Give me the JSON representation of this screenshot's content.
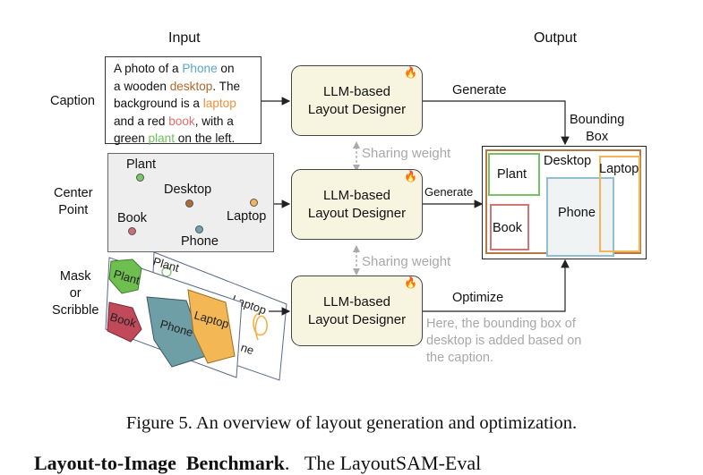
{
  "headers": {
    "input": "Input",
    "output": "Output"
  },
  "row_labels": {
    "caption": "Caption",
    "center_point": [
      "Center",
      "Point"
    ],
    "mask": [
      "Mask",
      "or",
      "Scribble"
    ]
  },
  "caption_text": {
    "segments": [
      {
        "t": "A photo of a "
      },
      {
        "t": "Phone",
        "c": "#5aa6c9"
      },
      {
        "t": " on"
      },
      {
        "br": true
      },
      {
        "t": "a wooden "
      },
      {
        "t": "desktop",
        "c": "#b0682a"
      },
      {
        "t": ". The"
      },
      {
        "br": true
      },
      {
        "t": "background is a "
      },
      {
        "t": "laptop",
        "c": "#f0903a"
      },
      {
        "br": true
      },
      {
        "t": "and a red "
      },
      {
        "t": "book",
        "c": "#e0706c"
      },
      {
        "t": ", with a"
      },
      {
        "br": true
      },
      {
        "t": "green "
      },
      {
        "t": "plant",
        "c": "#6fbf59"
      },
      {
        "t": " on the left."
      }
    ]
  },
  "center_points": {
    "plant": "Plant",
    "desktop": "Desktop",
    "laptop": "Laptop",
    "book": "Book",
    "phone": "Phone",
    "colors": {
      "plant": "#7cc56a",
      "desktop": "#b06a38",
      "laptop": "#f3b45c",
      "book": "#d06b78",
      "phone": "#6fa4ad"
    }
  },
  "mask_labels": {
    "plant": "Plant",
    "book": "Book",
    "phone": "Phone",
    "laptop": "Laptop",
    "back_plant": "Plant",
    "back_laptop": "Laptop",
    "back_ne": "ne"
  },
  "designer": {
    "line1": "LLM-based",
    "line2": "Layout Designer",
    "fire": "🔥"
  },
  "edges": {
    "generate1": "Generate",
    "generate2": "Generate",
    "optimize": "Optimize",
    "sharing1": "Sharing weight",
    "sharing2": "Sharing weight",
    "bbox": [
      "Bounding",
      "Box"
    ]
  },
  "note": [
    "Here, the bounding box of",
    "desktop is added based on",
    "the caption."
  ],
  "output": {
    "plant": "Plant",
    "desktop": "Desktop",
    "laptop": "Laptop",
    "phone": "Phone",
    "book": "Book"
  },
  "figure_caption": "Figure 5. An overview of layout generation and optimization.",
  "next_line": {
    "bold1": "Layout-to-Image",
    "bold2": "Benchmark",
    "rest": "The LayoutSAM-Eval"
  }
}
